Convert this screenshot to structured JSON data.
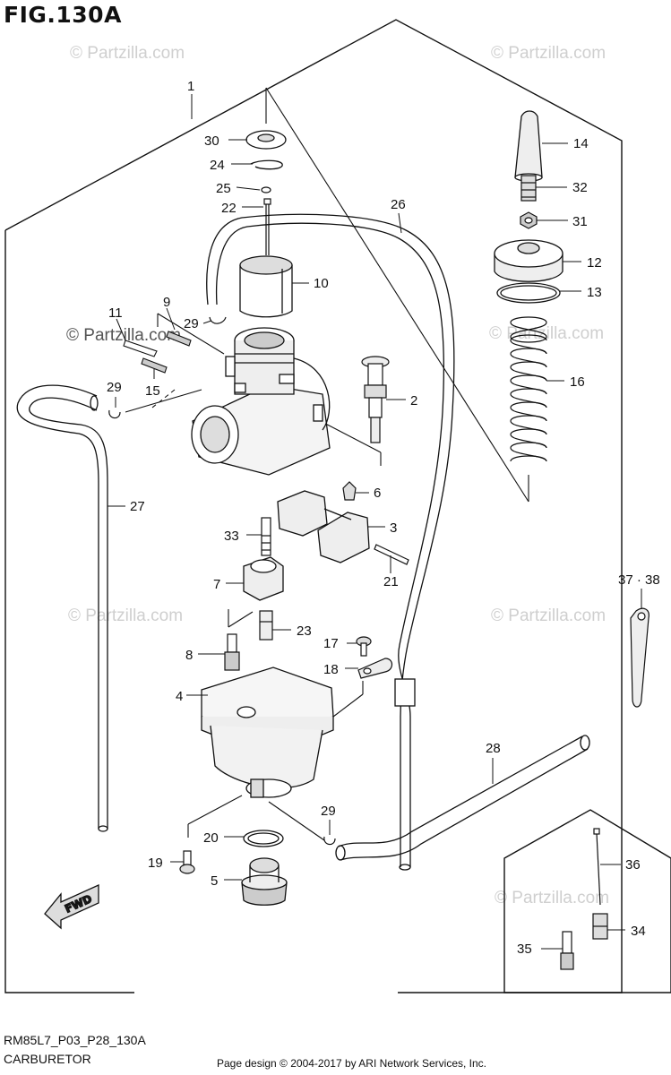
{
  "figure": {
    "title": "FIG.130A",
    "code": "RM85L7_P03_P28_130A",
    "name": "CARBURETOR",
    "copyright": "Page design © 2004-2017 by ARI Network Services, Inc."
  },
  "watermark": "© Partzilla.com",
  "direction_label": "FWD",
  "part_labels": {
    "p1": "1",
    "p2": "2",
    "p3": "3",
    "p4": "4",
    "p5": "5",
    "p6": "6",
    "p7": "7",
    "p8": "8",
    "p9": "9",
    "p10": "10",
    "p11": "11",
    "p12": "12",
    "p13": "13",
    "p14": "14",
    "p15": "15",
    "p16": "16",
    "p17": "17",
    "p18": "18",
    "p19": "19",
    "p20": "20",
    "p21": "21",
    "p22": "22",
    "p23": "23",
    "p24": "24",
    "p25": "25",
    "p26": "26",
    "p27": "27",
    "p28": "28",
    "p29a": "29",
    "p29b": "29",
    "p29c": "29",
    "p30": "30",
    "p31": "31",
    "p32": "32",
    "p33": "33",
    "p34": "34",
    "p35": "35",
    "p36": "36",
    "p3738": "37 · 38"
  },
  "colors": {
    "line": "#111111",
    "watermark": "#cfcfcf",
    "fill": "#f2f2f2",
    "fill_dark": "#cfcfcf"
  }
}
